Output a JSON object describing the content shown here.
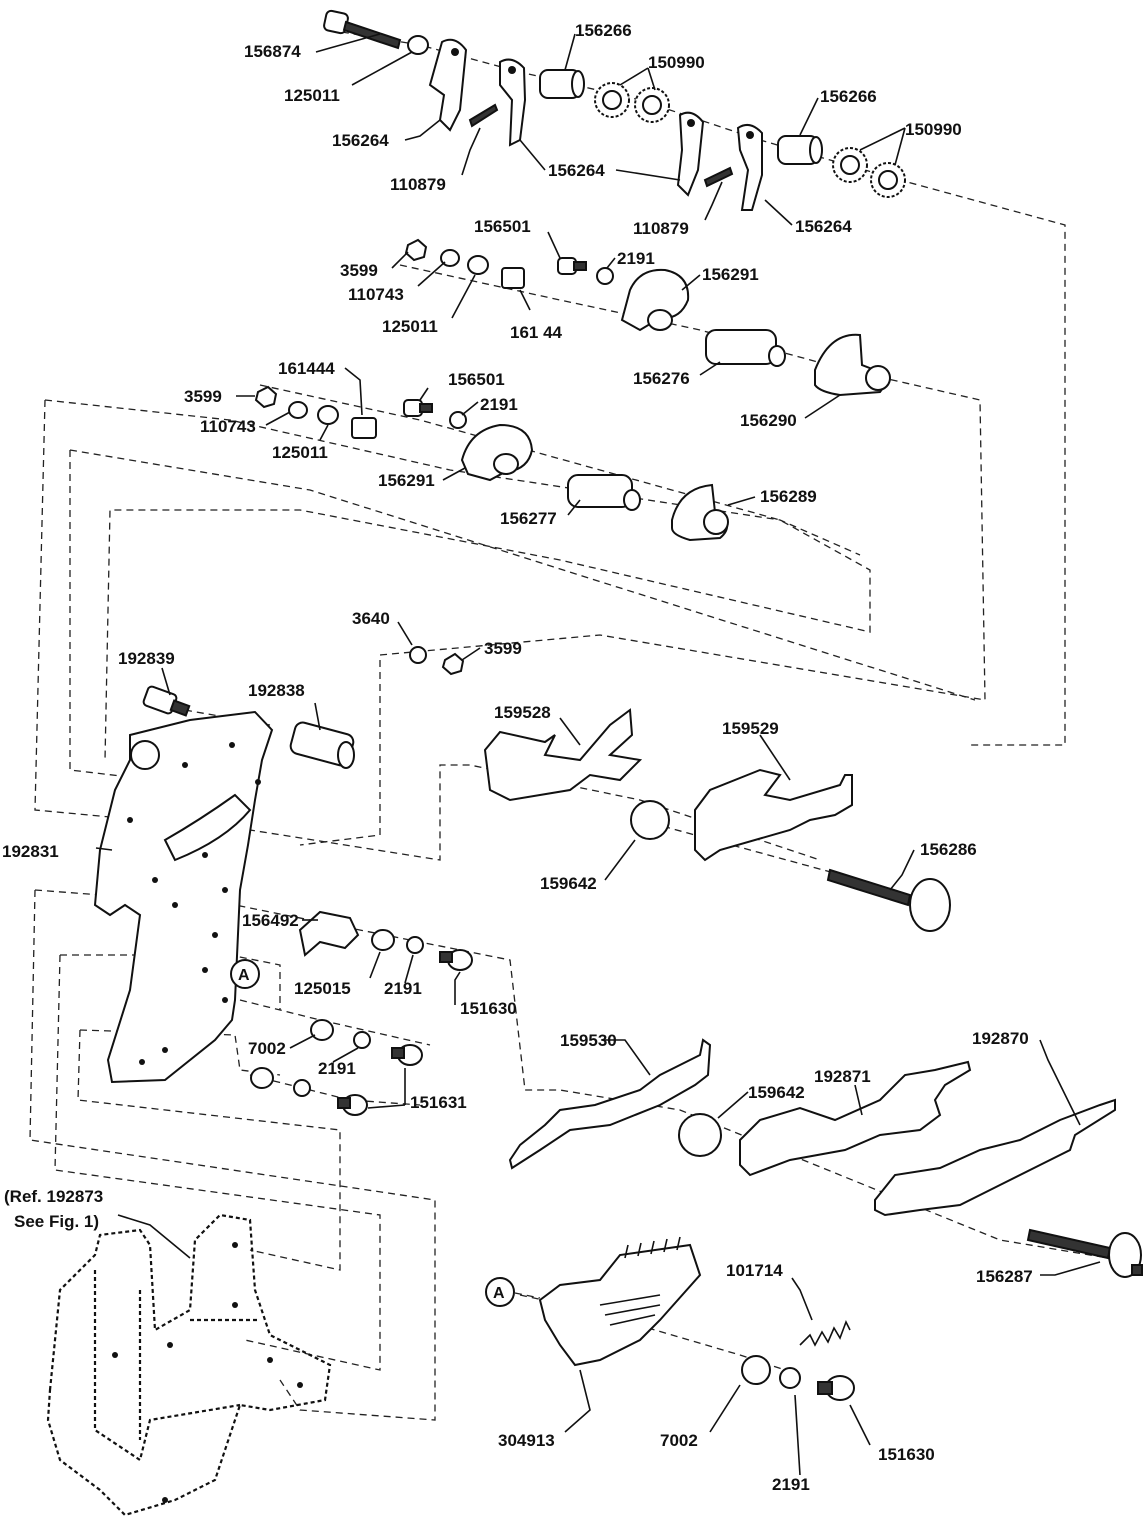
{
  "labels": {
    "p156874": "156874",
    "p125011_a": "125011",
    "p156264_a": "156264",
    "p110879_a": "110879",
    "p156266_a": "156266",
    "p150990_a": "150990",
    "p156264_b": "156264",
    "p110879_b": "110879",
    "p156266_b": "156266",
    "p150990_b": "150990",
    "p156264_c": "156264",
    "p156501_a": "156501",
    "p2191_a": "2191",
    "p156291_a": "156291",
    "p3599_a": "3599",
    "p110743_a": "110743",
    "p125011_b": "125011",
    "p16144": "161 44",
    "p156276": "156276",
    "p156290": "156290",
    "p161444": "161444",
    "p3599_b": "3599",
    "p110743_b": "110743",
    "p125011_c": "125011",
    "p156501_b": "156501",
    "p2191_b": "2191",
    "p156291_b": "156291",
    "p156277": "156277",
    "p156289": "156289",
    "p3640": "3640",
    "p3599_c": "3599",
    "p192839": "192839",
    "p192838": "192838",
    "p159528": "159528",
    "p159529": "159529",
    "p192831": "192831",
    "p159642_a": "159642",
    "p156286": "156286",
    "p156492": "156492",
    "p125015": "125015",
    "p2191_c": "2191",
    "p151630_a": "151630",
    "p7002_a": "7002",
    "p2191_d": "2191",
    "p151631": "151631",
    "p159530": "159530",
    "p159642_b": "159642",
    "p192871": "192871",
    "p192870": "192870",
    "ref_line1": "(Ref. 192873",
    "ref_line2": "See Fig. 1)",
    "p101714": "101714",
    "p156287": "156287",
    "p304913": "304913",
    "p7002_b": "7002",
    "p2191_e": "2191",
    "p151630_b": "151630",
    "callout_a1": "A",
    "callout_a2": "A"
  }
}
